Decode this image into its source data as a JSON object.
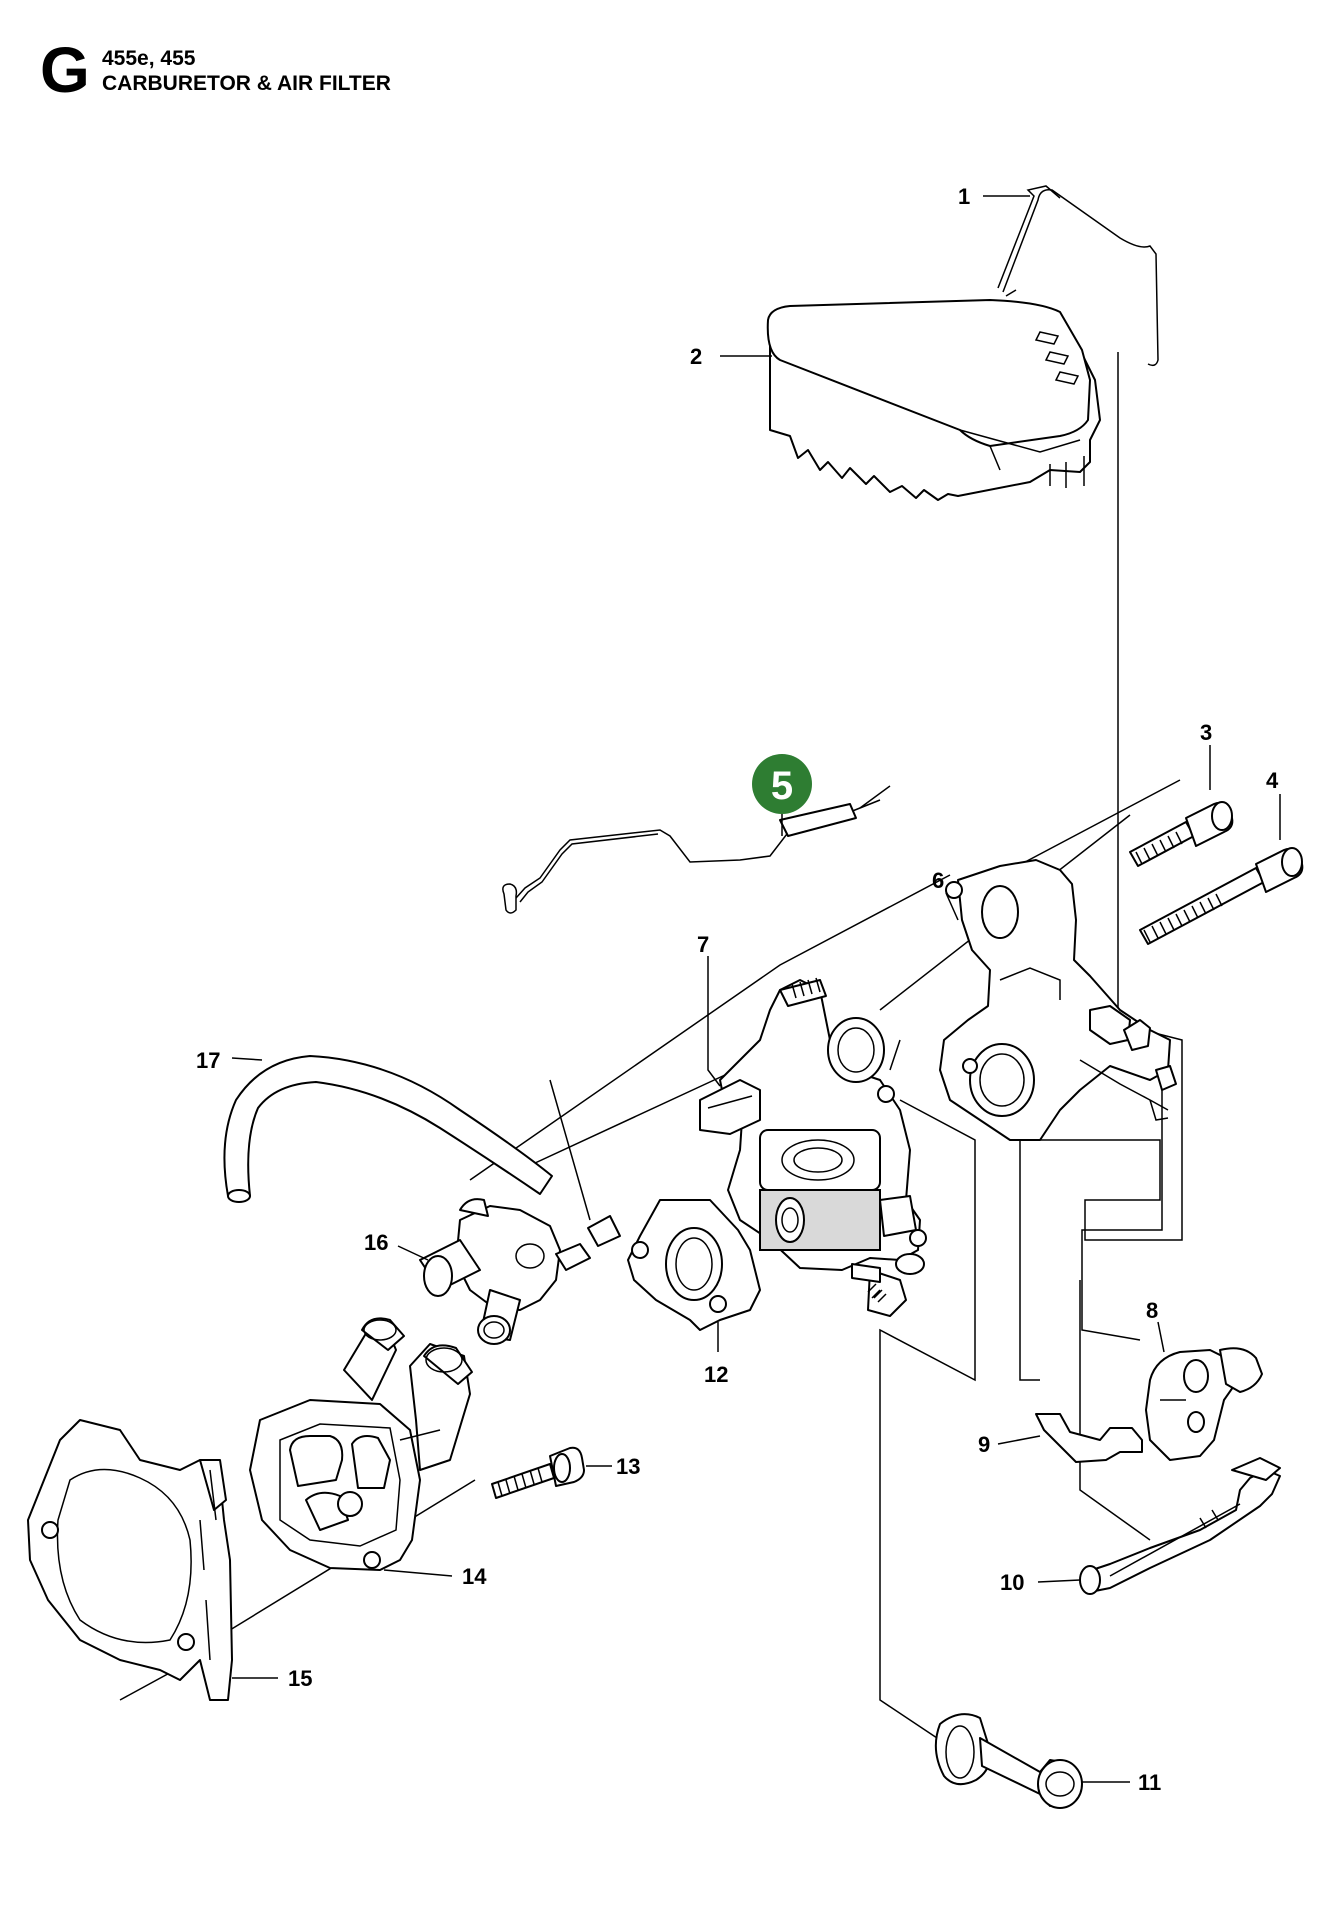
{
  "header": {
    "section_letter": "G",
    "models": "455e, 455",
    "title": "CARBURETOR & AIR FILTER"
  },
  "callouts": {
    "c1": "1",
    "c2": "2",
    "c3": "3",
    "c4": "4",
    "c5": "5",
    "c6": "6",
    "c7": "7",
    "c8": "8",
    "c9": "9",
    "c10": "10",
    "c11": "11",
    "c12": "12",
    "c13": "13",
    "c14": "14",
    "c15": "15",
    "c16": "16",
    "c17": "17"
  },
  "colors": {
    "highlight_badge": "#2e7d32",
    "line": "#000000"
  }
}
